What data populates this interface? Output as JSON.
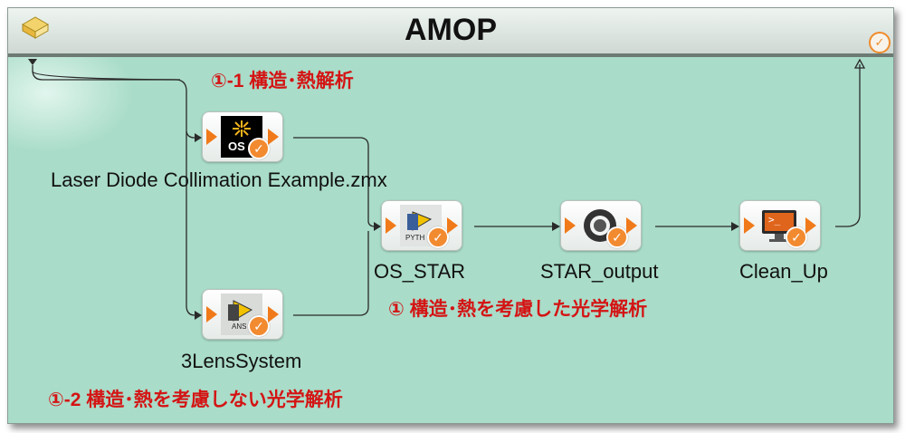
{
  "workflow": {
    "title": "AMOP"
  },
  "nodes": [
    {
      "id": "laser",
      "label": "Laser Diode Collimation Example.zmx",
      "icon": "opticstudio-icon",
      "icon_text": "OS"
    },
    {
      "id": "lens",
      "label": "3LensSystem",
      "icon": "ansys-icon",
      "icon_text": "ANS"
    },
    {
      "id": "osstar",
      "label": "OS_STAR",
      "icon": "python-icon",
      "icon_text": "PYTH"
    },
    {
      "id": "starout",
      "label": "STAR_output",
      "icon": "star-ccm-icon",
      "icon_text": ""
    },
    {
      "id": "clean",
      "label": "Clean_Up",
      "icon": "terminal-icon",
      "icon_text": ">_"
    }
  ],
  "annotations": {
    "a1": "①-1 構造･熱解析",
    "a2": "① 構造･熱を考慮した光学解析",
    "a3": "①-2 構造･熱を考慮しない光学解析"
  },
  "colors": {
    "canvas": "#a9dcc9",
    "port": "#f07a1a",
    "annotation": "#d41414",
    "status_check": "#f28a30"
  }
}
